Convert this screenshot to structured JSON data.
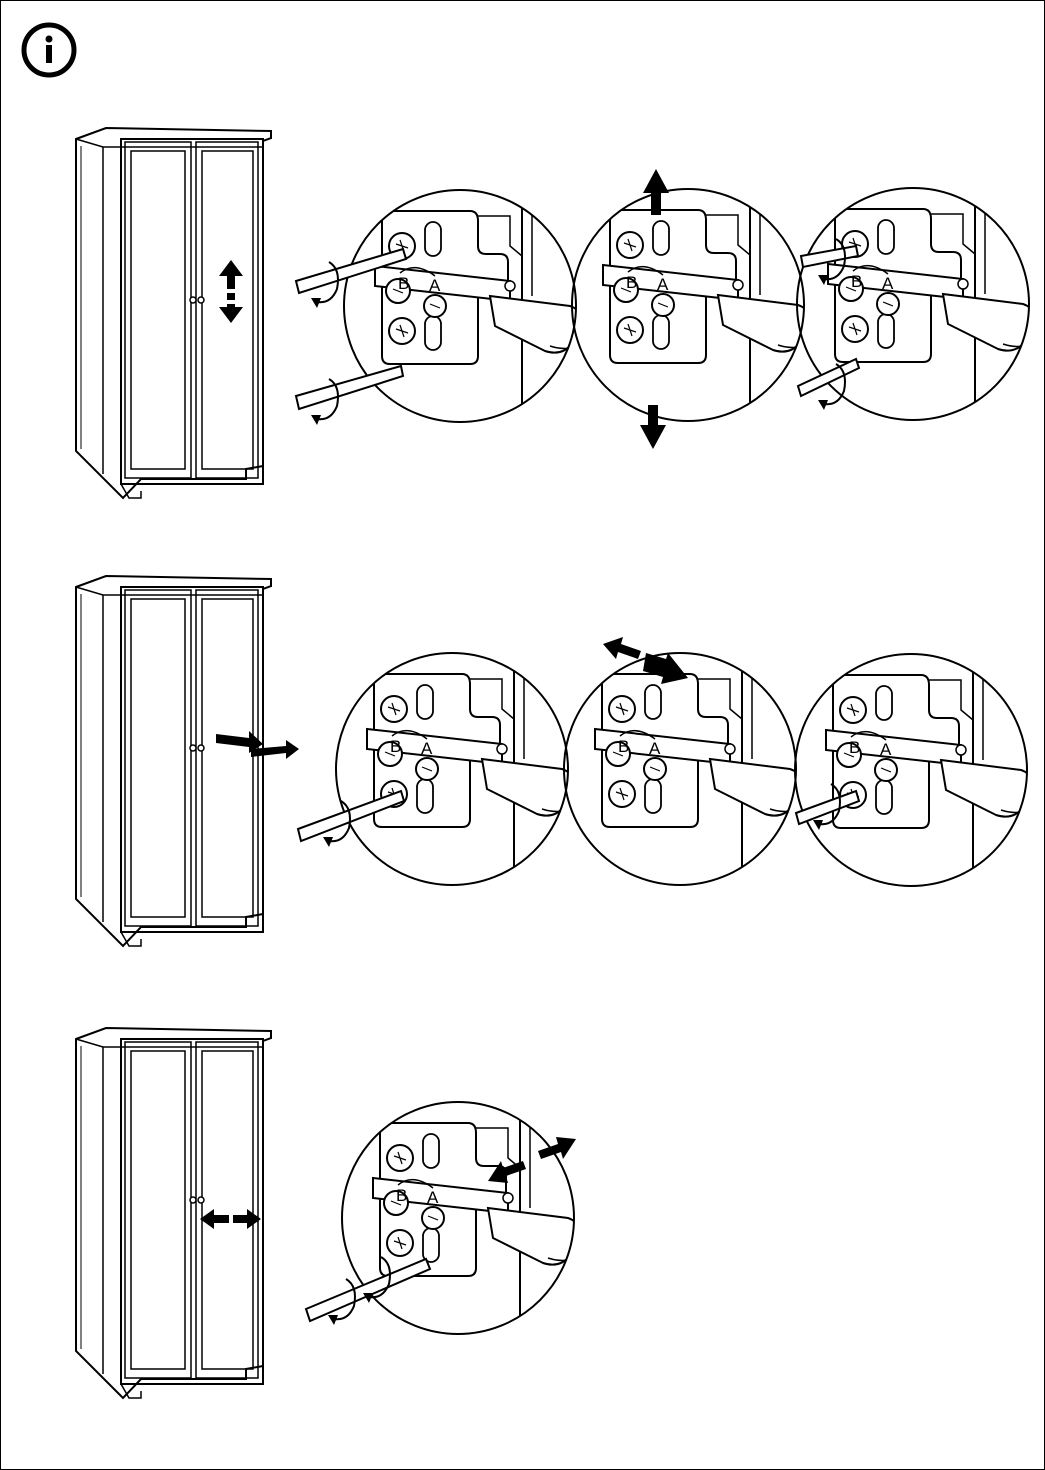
{
  "info_icon": {
    "glyph": "i",
    "icon": "info-icon"
  },
  "colors": {
    "ink": "#000000",
    "paper": "#ffffff"
  },
  "rows": [
    {
      "title": "height-adjustment",
      "arrow": "vertical",
      "circles": [
        {
          "label_b": "B",
          "label_a": "A"
        },
        {
          "label_b": "B",
          "label_a": "A"
        },
        {
          "label_b": "B",
          "label_a": "A"
        }
      ]
    },
    {
      "title": "depth-adjustment",
      "arrow": "depth",
      "circles": [
        {
          "label_b": "B",
          "label_a": "A"
        },
        {
          "label_b": "B",
          "label_a": "A"
        },
        {
          "label_b": "B",
          "label_a": "A"
        }
      ]
    },
    {
      "title": "side-adjustment",
      "arrow": "horizontal",
      "circles": [
        {
          "label_b": "B",
          "label_a": "A"
        }
      ]
    }
  ]
}
